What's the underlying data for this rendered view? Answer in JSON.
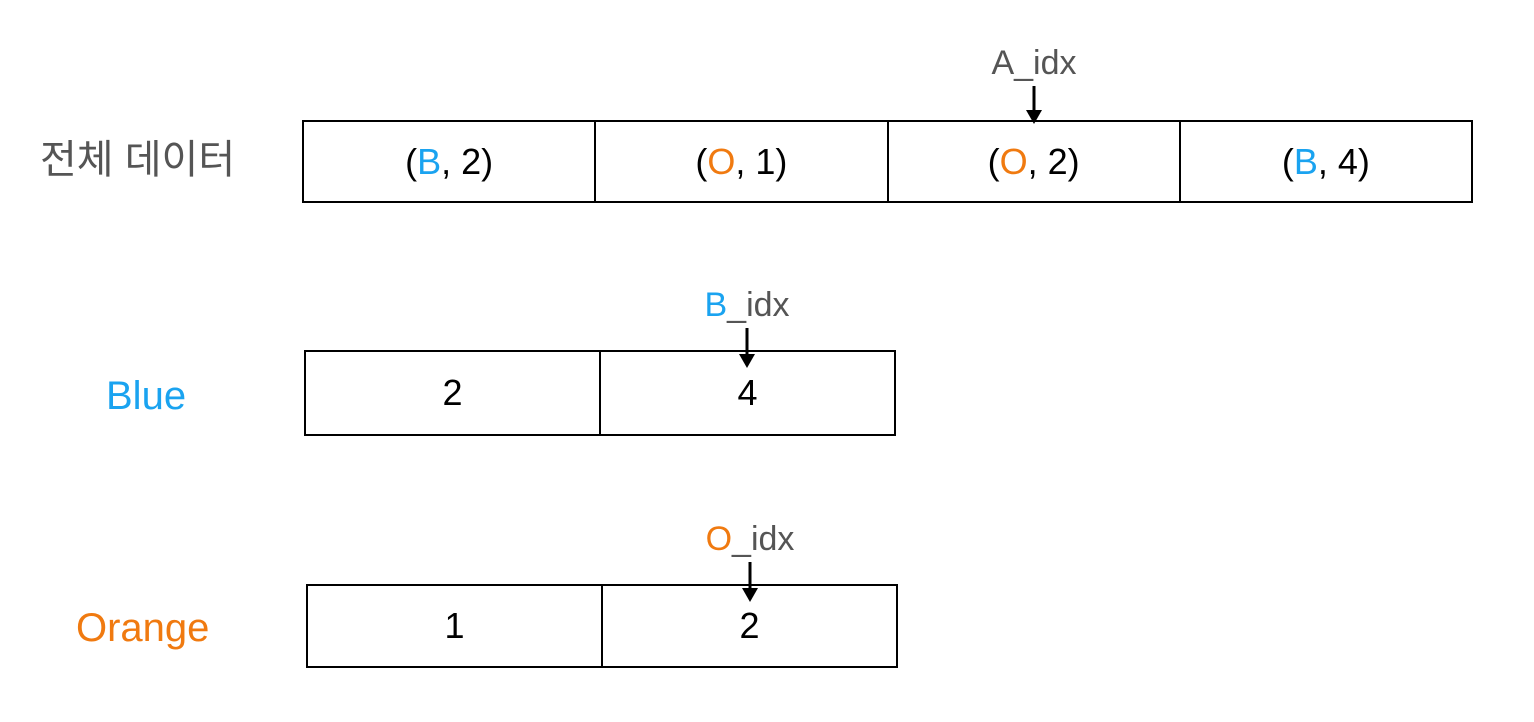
{
  "colors": {
    "blue": "#1aa3f0",
    "orange": "#f07a10",
    "gray": "#555555",
    "black": "#000000"
  },
  "all_data": {
    "label": "전체 데이터",
    "cells": [
      {
        "open": "(",
        "letter": "B",
        "rest": ", 2)",
        "color": "blue"
      },
      {
        "open": "(",
        "letter": "O",
        "rest": ", 1)",
        "color": "orange"
      },
      {
        "open": "(",
        "letter": "O",
        "rest": ", 2)",
        "color": "orange"
      },
      {
        "open": "(",
        "letter": "B",
        "rest": ", 4)",
        "color": "blue"
      }
    ],
    "pointer": {
      "label": "A_idx",
      "index": 2
    }
  },
  "blue": {
    "label": "Blue",
    "cells": [
      "2",
      "4"
    ],
    "pointer": {
      "prefix": "B",
      "suffix": "_idx",
      "index": 1
    }
  },
  "orange": {
    "label": "Orange",
    "cells": [
      "1",
      "2"
    ],
    "pointer": {
      "prefix": "O",
      "suffix": "_idx",
      "index": 1
    }
  }
}
